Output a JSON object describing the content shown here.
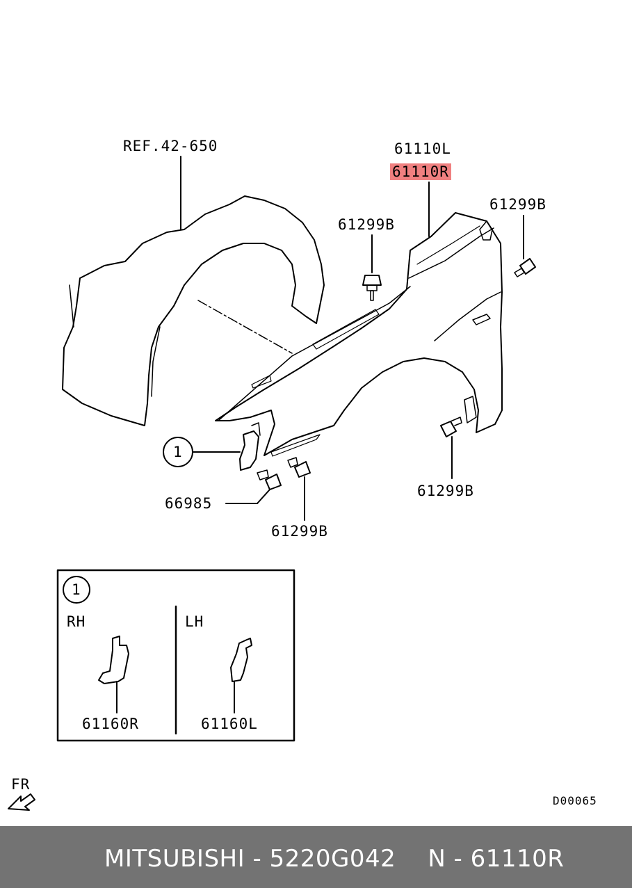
{
  "diagram": {
    "labels": {
      "ref": "REF.42-650",
      "part_l": "61110L",
      "part_r": "61110R",
      "bolt_top_left": "61299B",
      "bolt_top_right": "61299B",
      "bolt_bottom_right": "61299B",
      "bolt_bottom_center": "61299B",
      "clip": "66985",
      "callout_num": "1"
    },
    "inset": {
      "callout_num": "1",
      "rh_label": "RH",
      "lh_label": "LH",
      "bracket_r": "61160R",
      "bracket_l": "61160L"
    },
    "direction_label": "FR",
    "drawing_code": "D00065",
    "highlight_color": "#f08080"
  },
  "footer": {
    "brand": "MITSUBISHI",
    "part_number": "5220G042",
    "ref_code": "N - 61110R"
  }
}
